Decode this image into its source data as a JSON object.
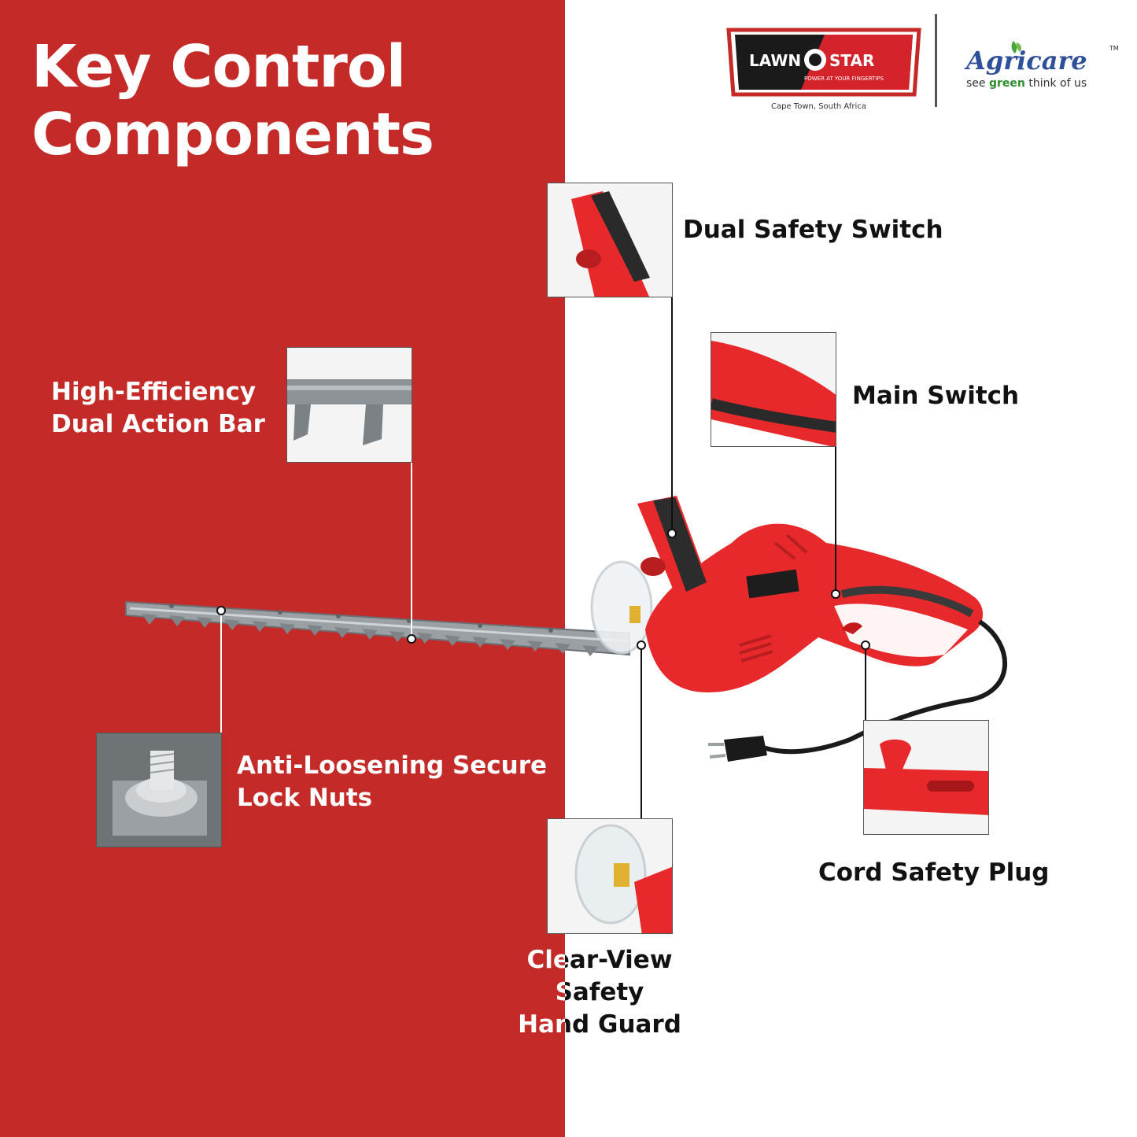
{
  "title": {
    "line1": "Key Control",
    "line2": "Components"
  },
  "brand": {
    "lawnstar_left": "LAWN",
    "lawnstar_right": "STAR",
    "lawnstar_tagline": "POWER AT YOUR FINGERTIPS",
    "lawnstar_location": "Cape Town, South Africa",
    "agricare_name": "Agricare",
    "agricare_tm": "TM",
    "agricare_tagline_1": "see ",
    "agricare_tagline_green": "green",
    "agricare_tagline_2": " think of us"
  },
  "components": {
    "dual_safety_switch": "Dual Safety Switch",
    "main_switch": "Main Switch",
    "dual_action_bar_line1": "High-Efficiency",
    "dual_action_bar_line2": "Dual Action Bar",
    "lock_nuts_line1": "Anti-Loosening Secure",
    "lock_nuts_line2": "Lock Nuts",
    "cord_safety_plug": "Cord Safety Plug",
    "hand_guard_line1": "Clear-View Safety",
    "hand_guard_line2": "Hand Guard"
  },
  "colors": {
    "brand_red": "#c42a27",
    "tool_red": "#e8292b",
    "agricare_blue": "#2e4f9a",
    "agricare_green": "#2f8f2f"
  }
}
